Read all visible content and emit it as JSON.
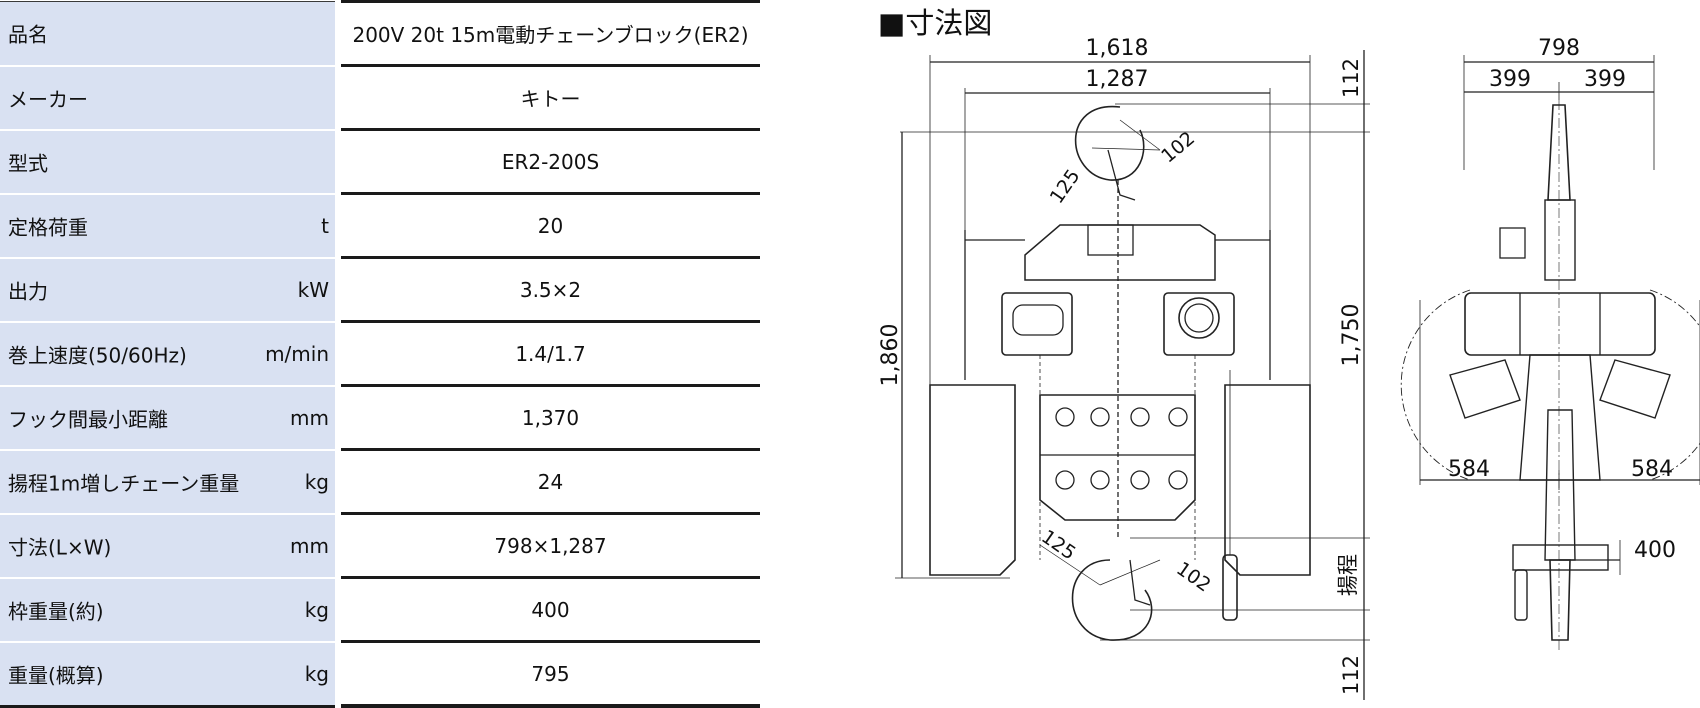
{
  "spec_rows": [
    {
      "label": "品名",
      "unit": "",
      "value": "200V 20t 15m電動チェーンブロック(ER2)"
    },
    {
      "label": "メーカー",
      "unit": "",
      "value": "キトー"
    },
    {
      "label": "型式",
      "unit": "",
      "value": "ER2-200S"
    },
    {
      "label": "定格荷重",
      "unit": "t",
      "value": "20"
    },
    {
      "label": "出力",
      "unit": "kW",
      "value": "3.5×2"
    },
    {
      "label": "巻上速度(50/60Hz)",
      "unit": "m/min",
      "value": "1.4/1.7"
    },
    {
      "label": "フック間最小距離",
      "unit": "mm",
      "value": "1,370"
    },
    {
      "label": "揚程1m増しチェーン重量",
      "unit": "kg",
      "value": "24"
    },
    {
      "label": "寸法(L×W)",
      "unit": "mm",
      "value": "798×1,287"
    },
    {
      "label": "枠重量(約)",
      "unit": "kg",
      "value": "400"
    },
    {
      "label": "重量(概算)",
      "unit": "kg",
      "value": "795"
    }
  ],
  "drawing": {
    "title": "■寸法図",
    "dims": {
      "overall_width": "1,618",
      "hook_span": "1,287",
      "top_offset": "112",
      "bottom_offset": "112",
      "overall_height": "1,860",
      "chain_height": "1,750",
      "hook_top_dia": "125",
      "hook_top_width": "102",
      "hook_bot_dia": "125",
      "hook_bot_width": "102",
      "lift_label": "揚程",
      "side_width": "798",
      "side_half_left": "399",
      "side_half_right": "399",
      "side_swing_left": "584",
      "side_swing_right": "584",
      "side_base": "400"
    }
  }
}
